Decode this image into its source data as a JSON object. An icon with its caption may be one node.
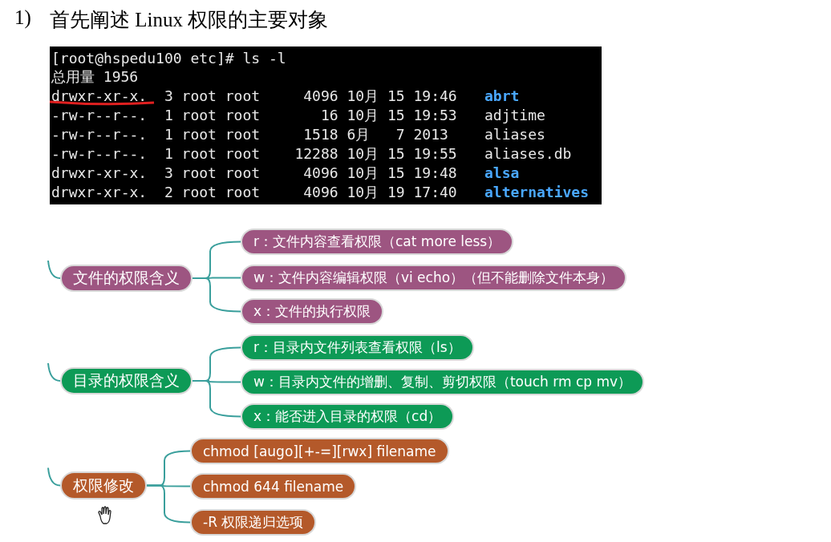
{
  "diagram": {
    "title": "首先阐述 Linux 权限的主要对象",
    "nodes": [
      {
        "text": [
          "文件的权限含义"
        ]
      },
      {
        "text": [
          "r：文件内容查看权限（cat more less）"
        ]
      },
      {
        "text": [
          "w：文件内容编辑权限（vi echo）（但不能删除文件本身）"
        ]
      },
      {
        "text": [
          "x：文件的执行权限"
        ]
      },
      {
        "text": [
          "目录的权限含义"
        ]
      },
      {
        "text": [
          "r：目录内文件列表查看权限（ls）"
        ]
      },
      {
        "text": [
          "w：目录内文件的增删、复制、剪切权限（touch rm cp mv）"
        ]
      },
      {
        "text": [
          "x：能否进入目录的权限（cd）"
        ]
      },
      {
        "text": [
          "权限修改"
        ]
      },
      {
        "text": [
          "chmod [augo][+-=][rwx] filename"
        ]
      },
      {
        "text": [
          "chmod 644 filename"
        ]
      },
      {
        "text": [
          "-R 权限递归选项"
        ]
      }
    ],
    "edges": [
      {
        "from": null,
        "to": 0,
        "arrow": "none"
      },
      {
        "from": 0,
        "to": 1,
        "arrow": "none"
      },
      {
        "from": 0,
        "to": 2,
        "arrow": "none"
      },
      {
        "from": 0,
        "to": 3,
        "arrow": "none"
      },
      {
        "from": null,
        "to": 4,
        "arrow": "none"
      },
      {
        "from": 4,
        "to": 5,
        "arrow": "none"
      },
      {
        "from": 4,
        "to": 6,
        "arrow": "none"
      },
      {
        "from": 4,
        "to": 7,
        "arrow": "none"
      },
      {
        "from": null,
        "to": 8,
        "arrow": "none"
      },
      {
        "from": 8,
        "to": 9,
        "arrow": "none"
      },
      {
        "from": 8,
        "to": 10,
        "arrow": "none"
      },
      {
        "from": 8,
        "to": 11,
        "arrow": "none"
      }
    ],
    "labels": [
      "1)",
      "[root@hspedu100 etc]# ls -l",
      "总用量 1956",
      "drwxr-xr-x.  3 root root     4096 10月 15 19:46",
      "abrt",
      "-rw-r--r--.  1 root root       16 10月 15 19:53",
      "adjtime",
      "-rw-r--r--.  1 root root     1518 6月   7 2013",
      "aliases",
      "-rw-r--r--.  1 root root    12288 10月 15 19:55",
      "aliases.db",
      "drwxr-xr-x.  3 root root     4096 10月 15 19:48",
      "alsa",
      "drwxr-xr-x.  2 root root     4096 10月 19 17:40",
      "alternatives"
    ]
  }
}
